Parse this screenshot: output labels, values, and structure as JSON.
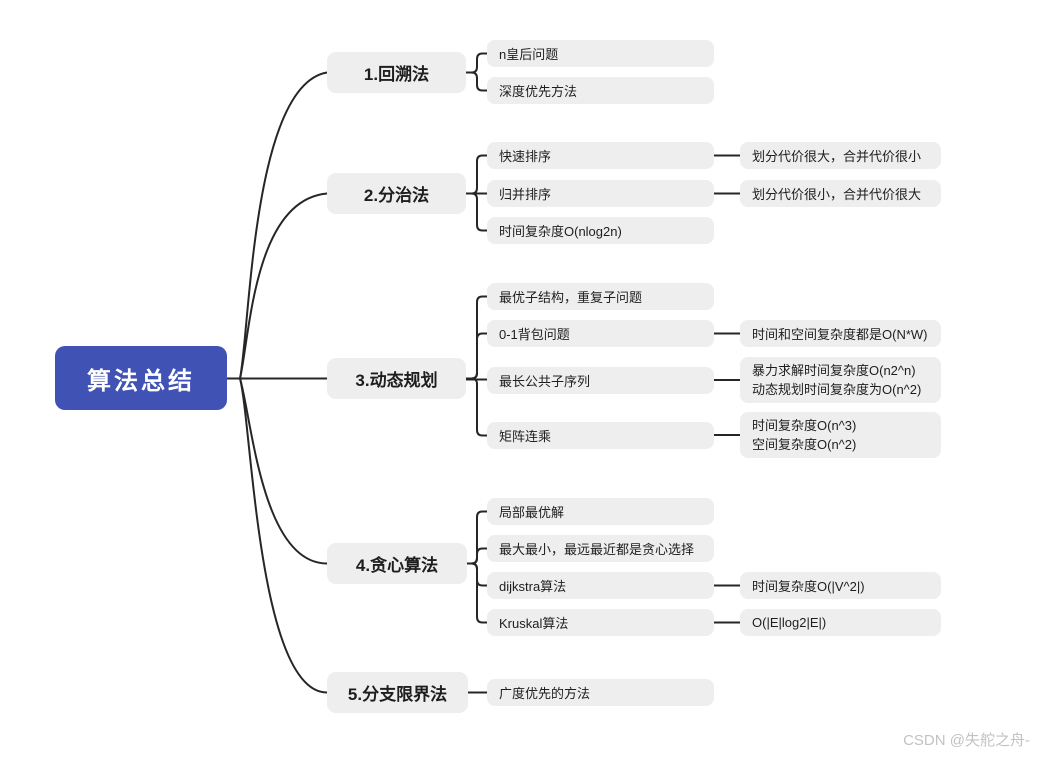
{
  "title": "算法总结",
  "watermark": "CSDN @失舵之舟-",
  "colors": {
    "root_bg": "#4052b4",
    "node_bg": "#eeeeef",
    "line": "#262626",
    "watermark": "#c2c2c2"
  },
  "branches": [
    {
      "label": "1.回溯法",
      "children": [
        {
          "label": "n皇后问题"
        },
        {
          "label": "深度优先方法"
        }
      ]
    },
    {
      "label": "2.分治法",
      "children": [
        {
          "label": "快速排序",
          "note": "划分代价很大，合并代价很小"
        },
        {
          "label": "归并排序",
          "note": "划分代价很小，合并代价很大"
        },
        {
          "label": "时间复杂度O(nlog2n)"
        }
      ]
    },
    {
      "label": "3.动态规划",
      "children": [
        {
          "label": "最优子结构，重复子问题"
        },
        {
          "label": "0-1背包问题",
          "note": "时间和空间复杂度都是O(N*W)"
        },
        {
          "label": "最长公共子序列",
          "note_lines": [
            "暴力求解时间复杂度O(n2^n)",
            "动态规划时间复杂度为O(n^2)"
          ]
        },
        {
          "label": "矩阵连乘",
          "note_lines": [
            "时间复杂度O(n^3)",
            "空间复杂度O(n^2)"
          ]
        }
      ]
    },
    {
      "label": "4.贪心算法",
      "children": [
        {
          "label": "局部最优解"
        },
        {
          "label": "最大最小，最远最近都是贪心选择"
        },
        {
          "label": "dijkstra算法",
          "note": "时间复杂度O(|V^2|)"
        },
        {
          "label": "Kruskal算法",
          "note": "O(|E|log2|E|)"
        }
      ]
    },
    {
      "label": "5.分支限界法",
      "children": [
        {
          "label": "广度优先的方法"
        }
      ]
    }
  ]
}
